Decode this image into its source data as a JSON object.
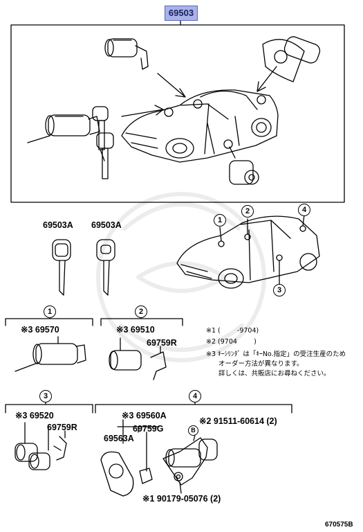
{
  "header": {
    "part_number": "69503"
  },
  "keys": {
    "key_a_label": "69503A",
    "key_b_label": "69503A"
  },
  "car_callouts": [
    "1",
    "2",
    "3",
    "4"
  ],
  "groups": {
    "g1": {
      "callout": "1",
      "part": "※3 69570"
    },
    "g2": {
      "callout": "2",
      "part": "※3 69510",
      "sub": "69759R"
    },
    "g3": {
      "callout": "3",
      "part": "※3 69520",
      "sub": "69759R"
    },
    "g4": {
      "callout": "4",
      "part": "※3 69560A",
      "sub1": "69759G",
      "sub2": "69563A",
      "bolt_marker": "B",
      "bolt_part": "※2 91511-60614 (2)",
      "screw_part": "※1 90179-05076 (2)"
    }
  },
  "notes": [
    {
      "mark": "※1",
      "text": "(        -9704)"
    },
    {
      "mark": "※2",
      "text": "(9704        )"
    },
    {
      "mark": "※3",
      "text": "ｷｰｼﾘﾝﾀﾞ は「ｷｰNo.指定」の受注生産のため"
    },
    {
      "mark": "",
      "text": "オーダー方法が異なります。"
    },
    {
      "mark": "",
      "text": "詳しくは、共販店にお尋ねください。"
    }
  ],
  "footer": {
    "diagram_code": "670575B"
  }
}
